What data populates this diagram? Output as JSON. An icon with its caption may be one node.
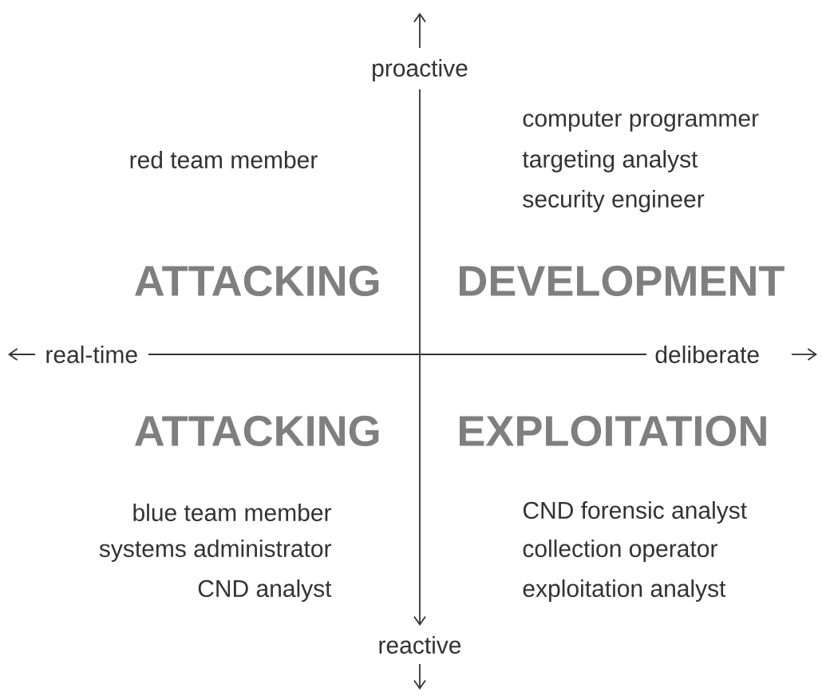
{
  "diagram": {
    "labels": [
      "proactive",
      "red team member",
      "computer programmer",
      "targeting analyst",
      "security engineer",
      "ATTACKING",
      "DEVELOPMENT",
      "real-time",
      "deliberate",
      "ATTACKING",
      "EXPLOITATION",
      "blue team member",
      "CND forensic analyst",
      "systems administrator",
      "collection operator",
      "CND analyst",
      "exploitation analyst",
      "reactive"
    ]
  }
}
